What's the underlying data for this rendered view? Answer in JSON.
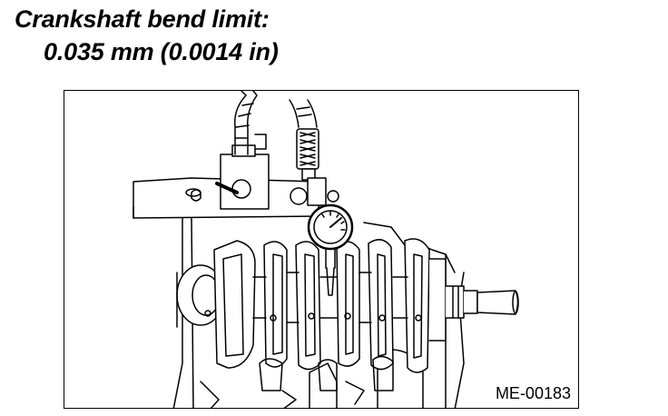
{
  "spec": {
    "title": "Crankshaft bend limit:",
    "value": "0.035 mm (0.0014 in)"
  },
  "figure": {
    "code": "ME-00183"
  }
}
